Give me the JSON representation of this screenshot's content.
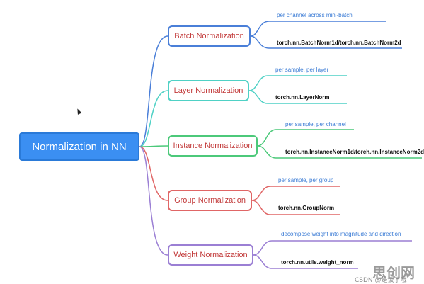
{
  "root": {
    "label": "Normalization in NN",
    "color": "#3b8ff2"
  },
  "branches": [
    {
      "label": "Batch Normalization",
      "desc": "per channel across mini-batch",
      "api": "torch.nn.BatchNorm1d/torch.nn.BatchNorm2d",
      "color": "#4a7fd8"
    },
    {
      "label": "Layer Normalization",
      "desc": "per sample, per layer",
      "api": "torch.nn.LayerNorm",
      "color": "#4fd1c5"
    },
    {
      "label": "Instance Normalization",
      "desc": "per sample, per channel",
      "api": "torch.nn.InstanceNorm1d/torch.nn.InstanceNorm2d",
      "color": "#4cc97a"
    },
    {
      "label": "Group Normalization",
      "desc": "per sample, per group",
      "api": "torch.nn.GroupNorm",
      "color": "#e06666"
    },
    {
      "label": "Weight Normalization",
      "desc": "decompose weight into magnitude and direction",
      "api": "torch.nn.utils.weight_norm",
      "color": "#9b7fd4"
    }
  ],
  "watermark": {
    "brand": "思创网",
    "credit": "CSDN @是饭了哦"
  },
  "desc_color": "#3a7bd5",
  "cursor_icon": "mouse-pointer-icon"
}
